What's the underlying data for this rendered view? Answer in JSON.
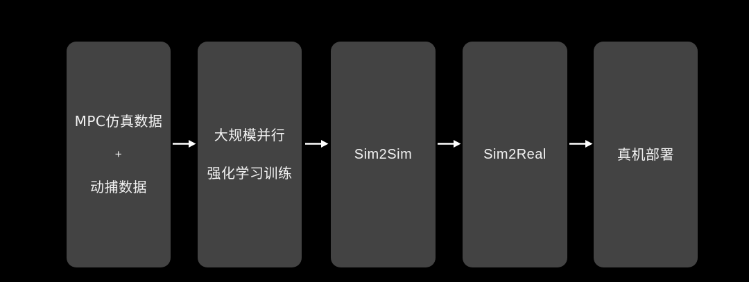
{
  "diagram": {
    "background_color": "#000000",
    "box_color": "#434343",
    "text_color": "#f2f2f2",
    "arrow_color": "#ffffff",
    "stages": [
      {
        "id": "stage-mpc-data",
        "lines": [
          "MPC仿真数据",
          "+",
          "动捕数据"
        ]
      },
      {
        "id": "stage-large-scale-rl",
        "lines": [
          "大规模并行",
          "强化学习训练"
        ]
      },
      {
        "id": "stage-sim2sim",
        "lines": [
          "Sim2Sim"
        ]
      },
      {
        "id": "stage-sim2real",
        "lines": [
          "Sim2Real"
        ]
      },
      {
        "id": "stage-real-robot-deploy",
        "lines": [
          "真机部署"
        ]
      }
    ],
    "connectors": [
      {
        "id": "arrow-1",
        "icon": "arrow-right-icon",
        "from": "stage-mpc-data",
        "to": "stage-large-scale-rl"
      },
      {
        "id": "arrow-2",
        "icon": "arrow-right-icon",
        "from": "stage-large-scale-rl",
        "to": "stage-sim2sim"
      },
      {
        "id": "arrow-3",
        "icon": "arrow-right-icon",
        "from": "stage-sim2sim",
        "to": "stage-sim2real"
      },
      {
        "id": "arrow-4",
        "icon": "arrow-right-icon",
        "from": "stage-sim2real",
        "to": "stage-real-robot-deploy"
      }
    ]
  }
}
